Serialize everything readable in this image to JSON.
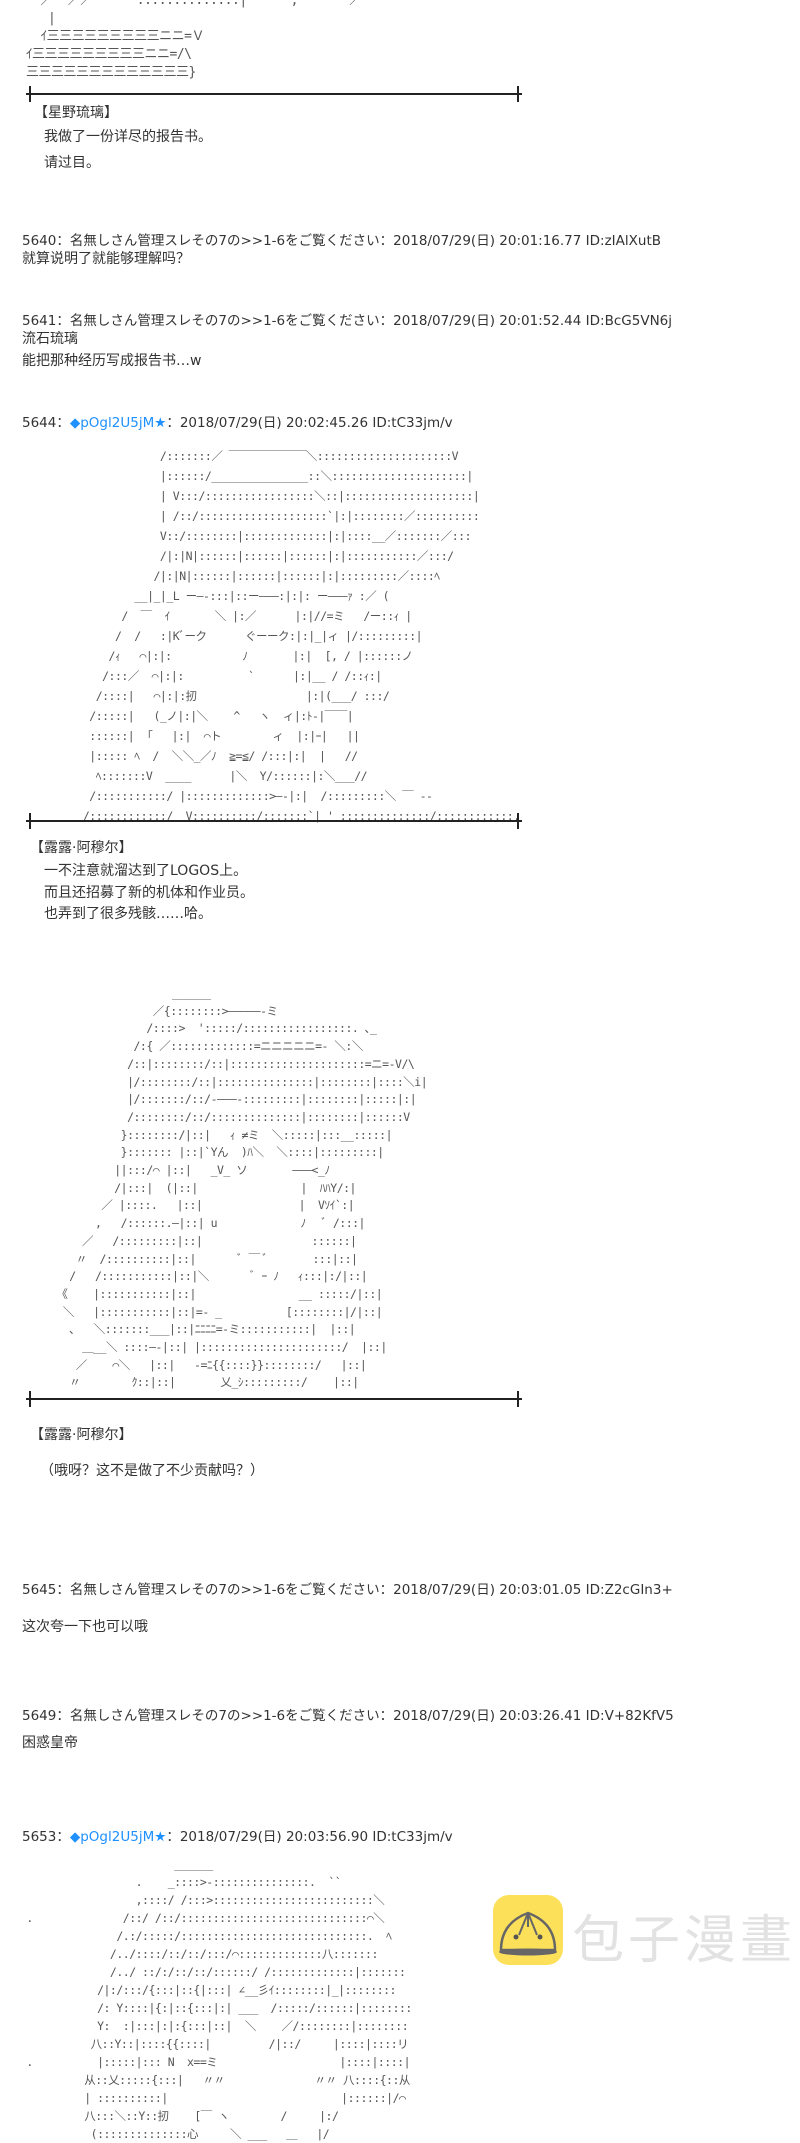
{
  "aa_top": [
    "  ／  ／／      ..............|      ,       ／",
    "   |",
    "  ｲ三三三三三三三三三ニニ=Ｖ",
    "ｲ三三三三三三三三三ニニ=/\\",
    "三三三三三三三三三三三三三}"
  ],
  "block1": {
    "speaker": "【星野琉璃】",
    "lines": [
      "我做了一份详尽的报告书。",
      "请过目。"
    ]
  },
  "posts": [
    {
      "no": "5640",
      "sep": "：",
      "name": "名無しさん管理スレその7の>>1-6をご覧ください",
      "date": "2018/07/29(日) 20:01:16.77",
      "id": "ID:zIAlXutB",
      "body": [
        "就算说明了就能够理解吗？"
      ]
    },
    {
      "no": "5641",
      "sep": "：",
      "name": "名無しさん管理スレその7の>>1-6をご覧ください",
      "date": "2018/07/29(日) 20:01:52.44",
      "id": "ID:BcG5VN6j",
      "body": [
        "流石琉璃",
        "能把那种经历写成报告书…w"
      ]
    },
    {
      "no": "5644",
      "sep": "：",
      "trip": "◆pOgl2U5jM★",
      "date": "2018/07/29(日) 20:02:45.26",
      "id": "ID:tC33jm/v"
    },
    {
      "no": "5645",
      "sep": "：",
      "name": "名無しさん管理スレその7の>>1-6をご覧ください",
      "date": "2018/07/29(日) 20:03:01.05",
      "id": "ID:Z2cGIn3+",
      "body": [
        "这次夸一下也可以哦"
      ]
    },
    {
      "no": "5649",
      "sep": "：",
      "name": "名無しさん管理スレその7の>>1-6をご覧ください",
      "date": "2018/07/29(日) 20:03:26.41",
      "id": "ID:V+82KfV5",
      "body": [
        "困惑皇帝"
      ]
    },
    {
      "no": "5653",
      "sep": "：",
      "trip": "◆pOgl2U5jM★",
      "date": "2018/07/29(日) 20:03:56.90",
      "id": "ID:tC33jm/v"
    }
  ],
  "aa1": "              /:::::::／ ￣￣￣￣￣￣￣＼:::::::::::::::::::::V\n              |::::::/_______________::＼:::::::::::::::::::::|\n              | V:::/:::::::::::::::::＼::|::::::::::::::::::::|\n              | /::/::::::::::::::::::::`|:|::::::::／::::::::::\n              V::/::::::::|:::::::::::::|:|::::__／:::::::／:::\n              /|:|N|::::::|::::::|::::::|:|:::::::::::／:::/\n             /|:|N|::::::|::::::|::::::|:|:::::::::／::::ﾍ\n          __|_|_L ー―‐:::|::ー―――:|:|: ー―――ｧ :／ (\n        /  ￣  ｲ       ＼ |:／      |:|//=ミ   /ー::ｨ |\n       /  /   :|Kﾞーク      ぐーーク:|:|_|ィ |/:::::::::|\n      /ｨ   ⌒|:|:           ﾉ       |:|  [, / |::::::ノ\n     /:::／  ⌒|:|:          `      |:|__ / /::ｨ:|\n    /::::|   ⌒|:|:扨                 |:|(___/ :::/\n   /:::::|   (_ノ|:|＼    ^   ヽ  ィ|:ﾄ‐|￣￣|\n   ::::::|  ｢   |:|  ⌒ト        ィ  |:|ｰ|   ||\n   |::::: ﾍ  /  ＼＼_／ﾉ  ≧=≦/ /:::|:|  |   //\n    ﾍ:::::::V  ____      |＼  Y/::::::|:＼___//\n   /:::::::::::/ |:::::::::::::>―‐|:|  /:::::::::＼ ￣ ‐‐\n  /::::::::::::/  V::::::::::/:::::::`| ' ::::::::::::::/::::::::::::.",
  "block2": {
    "speaker": "【露露·阿穆尔】",
    "lines": [
      "一不注意就溜达到了LOGOS上。",
      "而且还招募了新的机体和作业员。",
      "也弄到了很多残骸……哈。"
    ]
  },
  "aa2": "                   ______\n                ／{::::::::>―――――‐ミ\n               /::::>  ':::::/:::::::::::::::::. ､_\n             /:{ ／:::::::::::::=ニニニニニ=‐ ＼:＼\n            /::|::::::::/::|:::::::::::::::::::::=ニ=‐V/\\\n            |/::::::::/::|:::::::::::::::|::::::::|::::＼i|\n            |/:::::::/::/‐―――‐:::::::::|::::::::|:::::|:|\n            /::::::::/::/::::::::::::::|::::::::|::::::V\n           }::::::::/|::|   ｨ ≠ミ  ＼:::::|:::__:::::|\n           }::::::: |::|`Yん  )ﾊ＼  ＼::::|:::::::::|\n          ||:::/⌒ |::|   _V_ ソ       ―――<_ﾉ\n          /|:::|  (|::|                |  ﾊﾊY/:|\n        ／ |::::.   |::|               |  Vｿｲ`:|\n       ,   /::::::.―|::| u             ﾉ   ﾞ /:::|\n     ／   /:::::::::|::|                 ::::::|\n    〃  /::::::::::|::|       ﾞ ￣ ﾞ       :::|::|\n   /   /:::::::::::|::|＼       ﾞ ｰ ﾉ   ｨ:::|:/|::|\n 《    |:::::::::::|::|                __ :::::/|::|\n  ＼   |:::::::::::|::|=‐ _          [::::::::|/|::|\n   ､   ＼:::::::___|::|ﾆﾆﾆﾆ=‐ミ:::::::::::|  |::|\n     ＿__＼ ::::―‐|::| |::::::::::::::::::::::/  |::|\n    ／    ⌒＼   |::|   ‐=ﾆ{{::::}}::::::::/   |::|\n   〃        ｸ::|::|       乂_ｼ:::::::::/    |::|",
  "block3": {
    "speaker": "【露露·阿穆尔】",
    "lines": [
      "（哦呀？这不是做了不少贡献吗？）"
    ]
  },
  "aa3": "                        ______\n                  .    _::::>-:::::::::::::::.  ``\n                  ,::::/ /:::>:::::::::::::::::::::::::＼\n .              /::/ /::/:::::::::::::::::::::::::::::⌒＼\n               /.:/:::::/:::::::::::::::::::::::::::::.  ﾍ\n              /../::::/::/::/:::/⌒:::::::::::::八:::::::\n              /../ ::/:/::/::/::::::/ /:::::::::::::|:::::::\n            /|:/:::/{:::|::{|:::| ∠__彡ｲ::::::::|_|::::::::\n            /: Y::::|{:|::{:::|:| ___  /:::::/::::::|::::::::\n            Y:  :|:::|:|:{:::|::|  ＼    ／/::::::::|::::::::\n           八::Y::|::::{{::::|         /|::/     |::::|::::リ\n .          |:::::|::: N  x==ミ                   |::::|::::|\n          从::乂:::::{:::|   〃〃              〃〃 八::::{::从\n          | ::::::::::|                           |::::::|/⌒\n          八:::＼::Y::扨    [￣ ヽ        /     |:/\n           (::::::::::::::心     ＼ ___   ＿   |/",
  "watermark": {
    "brand": "包子漫畫",
    "icon": "steamed-bun-icon",
    "color": "#fde05a"
  }
}
